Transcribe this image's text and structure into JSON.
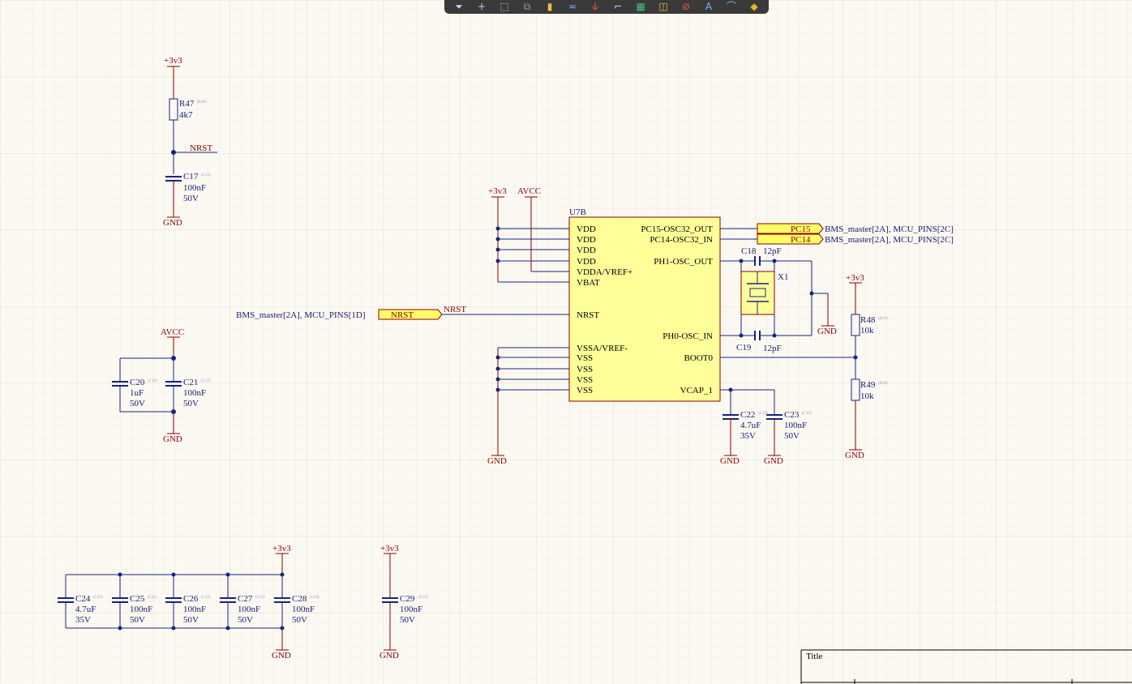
{
  "toolbar": {
    "items": [
      {
        "icon": "filter-icon",
        "glyph": "⏷",
        "color": "#bcd2ff"
      },
      {
        "icon": "crosshair-icon",
        "glyph": "+",
        "color": "#bcd2ff"
      },
      {
        "icon": "select-rect-icon",
        "glyph": "⬚",
        "color": "#bcd2ff"
      },
      {
        "icon": "align-icon",
        "glyph": "⧉",
        "color": "#9a9a9a"
      },
      {
        "icon": "component-icon",
        "glyph": "▮",
        "color": "#f0c040"
      },
      {
        "icon": "wire-icon",
        "glyph": "≈",
        "color": "#7fb2ff"
      },
      {
        "icon": "power-gnd-icon",
        "glyph": "⏚",
        "color": "#ff5a3a"
      },
      {
        "icon": "net-label-icon",
        "glyph": "⌐",
        "color": "#bcd2ff"
      },
      {
        "icon": "chip-icon",
        "glyph": "▦",
        "color": "#40c080"
      },
      {
        "icon": "sheet-entry-icon",
        "glyph": "◫",
        "color": "#f0c040"
      },
      {
        "icon": "no-erc-icon",
        "glyph": "⊘",
        "color": "#ff5a3a"
      },
      {
        "icon": "text-icon",
        "glyph": "A",
        "color": "#7fb2ff"
      },
      {
        "icon": "arc-icon",
        "glyph": "⌒",
        "color": "#7fb2ff"
      },
      {
        "icon": "highlight-icon",
        "glyph": "◆",
        "color": "#f0b030"
      }
    ]
  },
  "colors": {
    "wire": "#1a237e",
    "power": "#8b0000",
    "body": "#ffff99",
    "body_border": "#8b0000",
    "grid": "#e6e3d6",
    "ref": "#1a1a7a",
    "faint": "#9aa0c8"
  },
  "ic": {
    "designator": "U7B",
    "left_pins": [
      "VDD",
      "VDD",
      "VDD",
      "VDD",
      "VDDA/VREF+",
      "VBAT",
      "NRST",
      "VSSA/VREF-",
      "VSS",
      "VSS",
      "VSS",
      "VSS"
    ],
    "right_pins": [
      "PC15-OSC32_OUT",
      "PC14-OSC32_IN",
      "PH1-OSC_OUT",
      "PH0-OSC_IN",
      "BOOT0",
      "VCAP_1"
    ]
  },
  "ports": [
    {
      "name": "PC15",
      "desc": "BMS_master[2A], MCU_PINS[2C]"
    },
    {
      "name": "PC14",
      "desc": "BMS_master[2A], MCU_PINS[2C]"
    },
    {
      "name": "NRST",
      "desc": "BMS_master[2A], MCU_PINS[1D]"
    }
  ],
  "nets": {
    "nrst_label": "NRST",
    "nrst_label2": "NRST"
  },
  "power": {
    "p3v3": "+3v3",
    "avcc": "AVCC",
    "gnd": "GND"
  },
  "components": {
    "R47": {
      "ref": "R47",
      "tag": "(R28)",
      "value": "4k7"
    },
    "C17": {
      "ref": "C17",
      "tag": "(C13)",
      "value": "100nF",
      "rating": "50V"
    },
    "C20": {
      "ref": "C20",
      "tag": "(C16)",
      "value": "1uF",
      "rating": "50V"
    },
    "C21": {
      "ref": "C21",
      "tag": "(C17)",
      "value": "100nF",
      "rating": "50V"
    },
    "C18": {
      "ref": "C18",
      "value": "12pF"
    },
    "C19": {
      "ref": "C19",
      "value": "12pF"
    },
    "X1": {
      "ref": "X1"
    },
    "R48": {
      "ref": "R48",
      "tag": "(R29)",
      "value": "10k"
    },
    "R49": {
      "ref": "R49",
      "tag": "(R30)",
      "value": "10k"
    },
    "C22": {
      "ref": "C22",
      "tag": "(C18)",
      "value": "4.7uF",
      "rating": "35V"
    },
    "C23": {
      "ref": "C23",
      "tag": "(C19)",
      "value": "100nF",
      "rating": "50V"
    },
    "C24": {
      "ref": "C24",
      "tag": "(C20)",
      "value": "4.7uF",
      "rating": "35V"
    },
    "C25": {
      "ref": "C25",
      "tag": "(C21)",
      "value": "100nF",
      "rating": "50V"
    },
    "C26": {
      "ref": "C26",
      "tag": "(C22)",
      "value": "100nF",
      "rating": "50V"
    },
    "C27": {
      "ref": "C27",
      "tag": "(C23)",
      "value": "100nF",
      "rating": "50V"
    },
    "C28": {
      "ref": "C28",
      "tag": "(C24)",
      "value": "100nF",
      "rating": "50V"
    },
    "C29": {
      "ref": "C29",
      "tag": "(C25)",
      "value": "100nF",
      "rating": "50V"
    }
  },
  "title_block": {
    "title_label": "Title"
  }
}
